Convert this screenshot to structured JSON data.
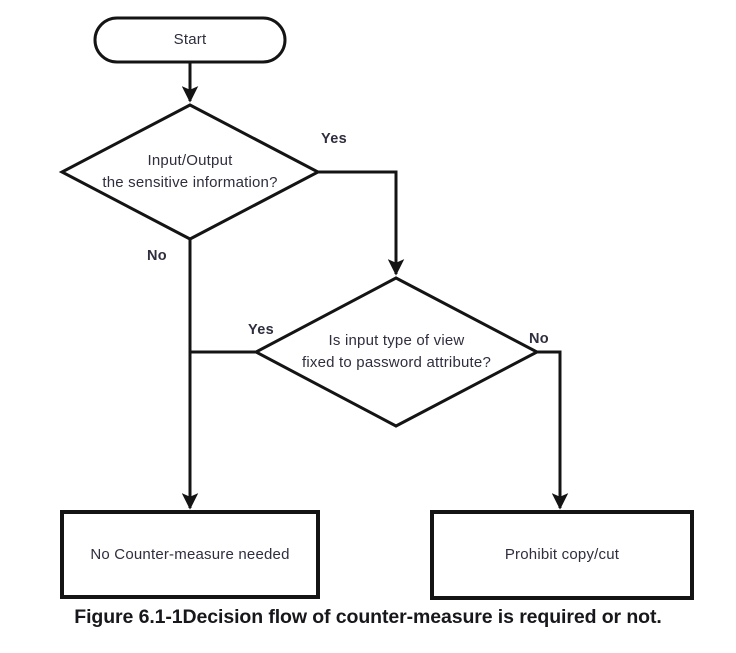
{
  "colors": {
    "line": "#141414",
    "node_text": "#2e2e3e",
    "caption_text": "#17171c",
    "background": "#ffffff"
  },
  "flowchart": {
    "start": {
      "label": "Start"
    },
    "decision_sensitive": {
      "line1": "Input/Output",
      "line2": "the sensitive information?"
    },
    "decision_password": {
      "line1": "Is input type of view",
      "line2": "fixed to password attribute?"
    },
    "edges": {
      "sensitive_yes": "Yes",
      "sensitive_no": "No",
      "password_yes": "Yes",
      "password_no": "No"
    },
    "result_no_countermeasure": {
      "label": "No Counter-measure needed"
    },
    "result_prohibit": {
      "label": "Prohibit copy/cut"
    },
    "caption": "Figure 6.1-1Decision flow of counter-measure is required or not."
  }
}
